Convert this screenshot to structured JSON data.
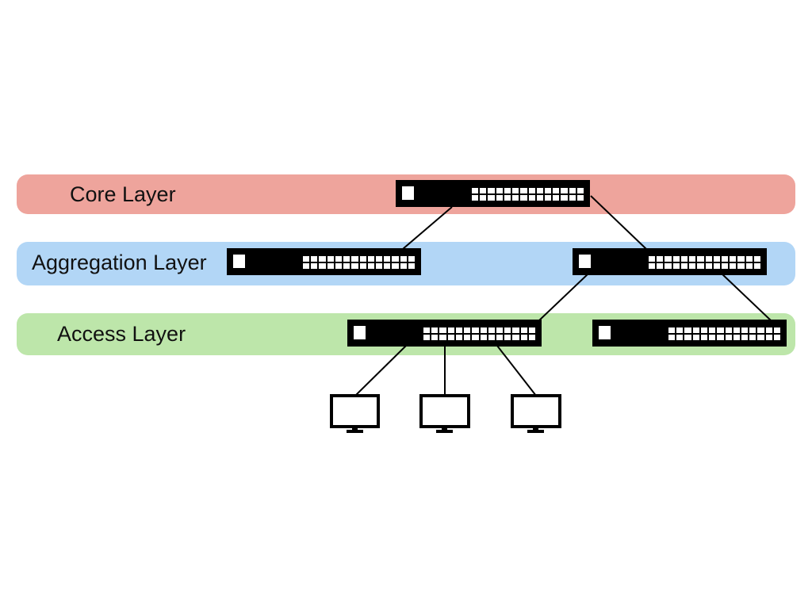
{
  "diagram": {
    "layers": [
      {
        "id": "core",
        "label": "Core Layer",
        "color": "#eea49c"
      },
      {
        "id": "aggregation",
        "label": "Aggregation Layer",
        "color": "#b2d6f6"
      },
      {
        "id": "access",
        "label": "Access Layer",
        "color": "#bde6aa"
      }
    ],
    "nodes": [
      {
        "id": "core-switch",
        "type": "switch",
        "layer": "core"
      },
      {
        "id": "agg-switch-1",
        "type": "switch",
        "layer": "aggregation"
      },
      {
        "id": "agg-switch-2",
        "type": "switch",
        "layer": "aggregation"
      },
      {
        "id": "access-switch-1",
        "type": "switch",
        "layer": "access"
      },
      {
        "id": "access-switch-2",
        "type": "switch",
        "layer": "access"
      },
      {
        "id": "computer-1",
        "type": "monitor-icon"
      },
      {
        "id": "computer-2",
        "type": "monitor-icon"
      },
      {
        "id": "computer-3",
        "type": "monitor-icon"
      }
    ],
    "links": [
      [
        "core-switch",
        "agg-switch-1"
      ],
      [
        "core-switch",
        "agg-switch-2"
      ],
      [
        "agg-switch-2",
        "access-switch-1"
      ],
      [
        "agg-switch-2",
        "access-switch-2"
      ],
      [
        "access-switch-1",
        "computer-1"
      ],
      [
        "access-switch-1",
        "computer-2"
      ],
      [
        "access-switch-1",
        "computer-3"
      ]
    ]
  }
}
